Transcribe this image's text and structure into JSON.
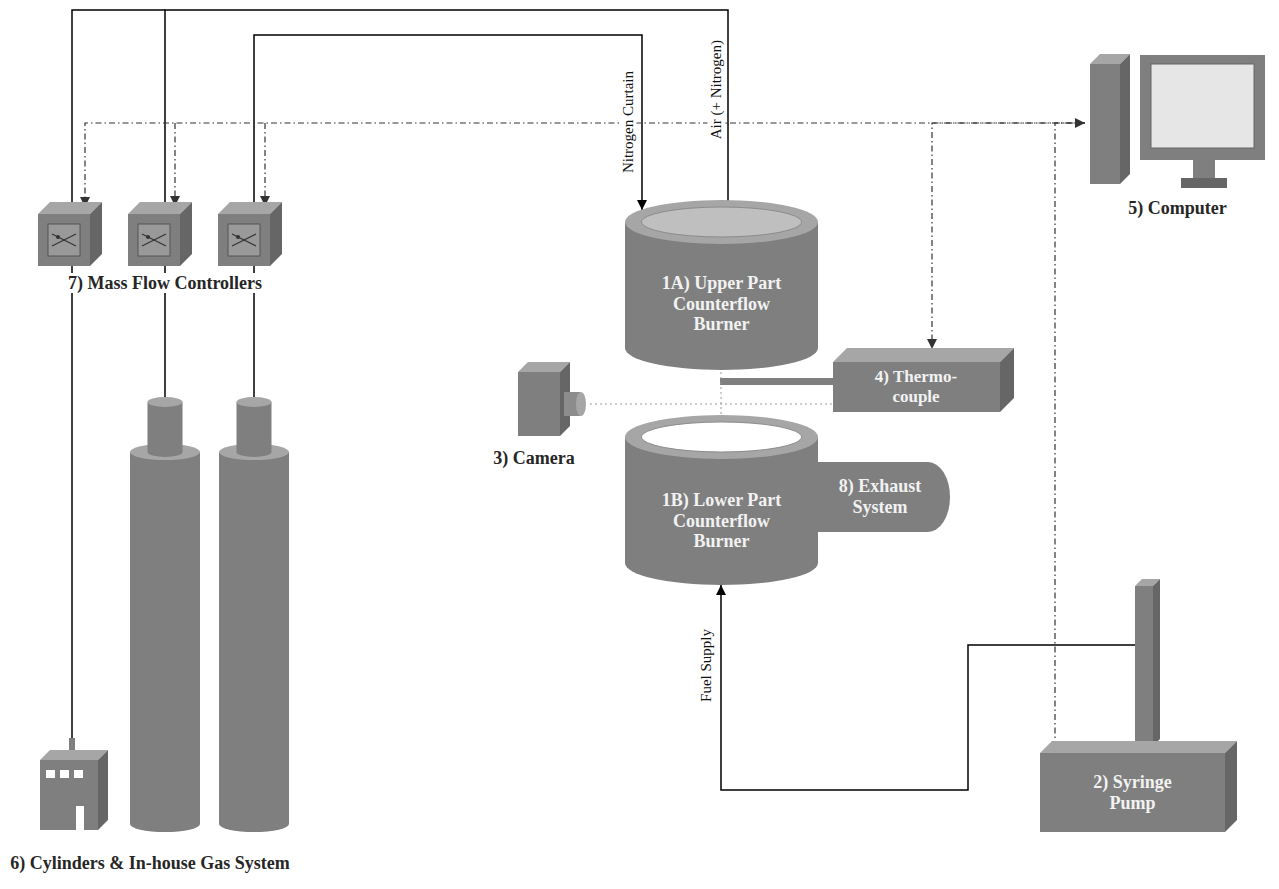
{
  "diagram": {
    "nodes": [
      {
        "text": [
          "1A) Upper Part Counterflow Burner"
        ]
      },
      {
        "text": [
          "1B) Lower Part Counterflow Burner"
        ]
      },
      {
        "text": [
          "8) Exhaust System"
        ]
      },
      {
        "text": [
          "4) Thermo-couple"
        ]
      },
      {
        "text": [
          "3) Camera"
        ]
      },
      {
        "text": [
          "5) Computer"
        ]
      },
      {
        "text": [
          "2) Syringe Pump"
        ]
      },
      {
        "text": [
          "7) Mass Flow Controllers"
        ]
      },
      {
        "text": [
          "6) Cylinders & In-house Gas System"
        ]
      }
    ],
    "edges": [
      {
        "from": 8,
        "to": 0,
        "arrow": "to",
        "label": "Air (+ Nitrogen)"
      },
      {
        "from": 8,
        "to": 0,
        "arrow": "to",
        "label": "Nitrogen Curtain"
      },
      {
        "from": 6,
        "to": 1,
        "arrow": "to",
        "label": "Fuel Supply"
      },
      {
        "from": 7,
        "to": 5,
        "arrow": "both"
      },
      {
        "from": 5,
        "to": 3,
        "arrow": "to"
      },
      {
        "from": 5,
        "to": 6,
        "arrow": "to"
      },
      {
        "from": 4,
        "to": 3,
        "arrow": "none"
      }
    ]
  }
}
